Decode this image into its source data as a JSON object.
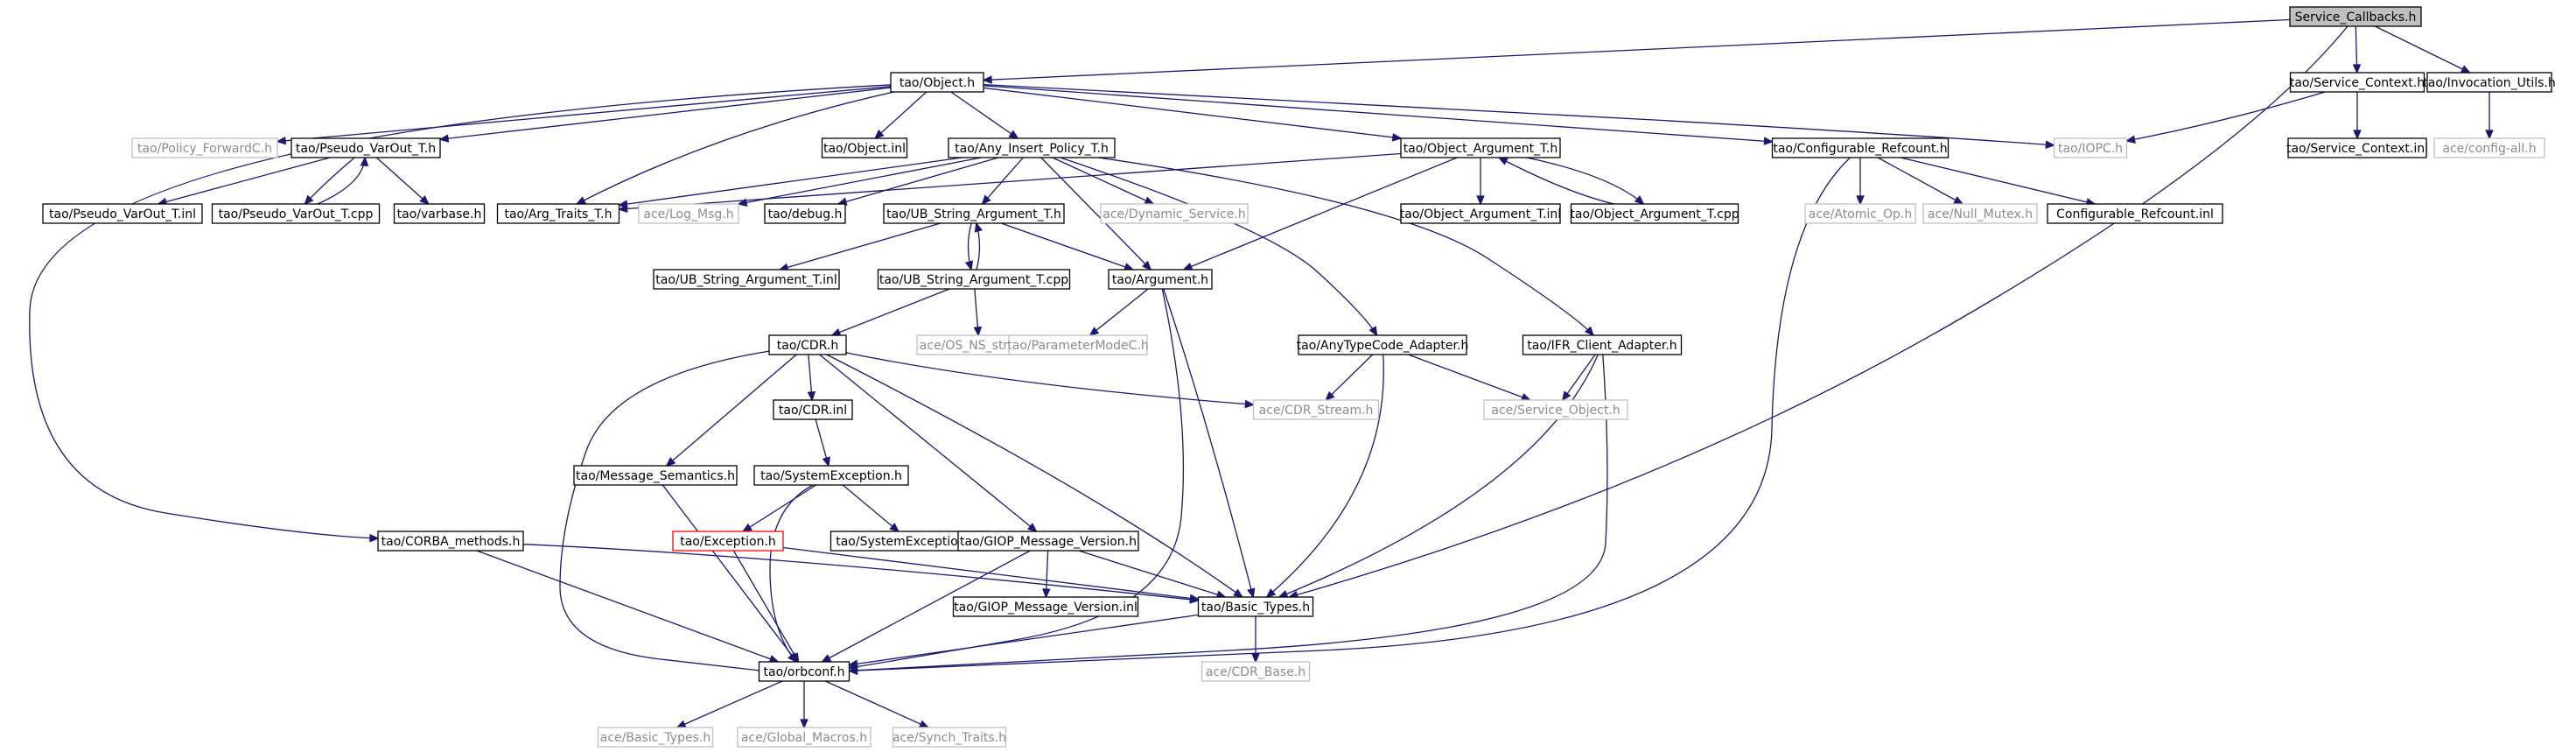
{
  "nodes": [
    {
      "id": "service_callbacks",
      "label": "Service_Callbacks.h",
      "kind": "root"
    },
    {
      "id": "object_h",
      "label": "tao/Object.h",
      "kind": "local"
    },
    {
      "id": "service_context_h",
      "label": "tao/Service_Context.h",
      "kind": "local"
    },
    {
      "id": "invocation_utils_h",
      "label": "tao/Invocation_Utils.h",
      "kind": "local"
    },
    {
      "id": "policy_forwardc_h",
      "label": "tao/Policy_ForwardC.h",
      "kind": "external"
    },
    {
      "id": "pseudo_varout_t_h",
      "label": "tao/Pseudo_VarOut_T.h",
      "kind": "local"
    },
    {
      "id": "object_inl",
      "label": "tao/Object.inl",
      "kind": "local"
    },
    {
      "id": "any_insert_policy_t_h",
      "label": "tao/Any_Insert_Policy_T.h",
      "kind": "local"
    },
    {
      "id": "object_argument_t_h",
      "label": "tao/Object_Argument_T.h",
      "kind": "local"
    },
    {
      "id": "configurable_refcount_h",
      "label": "tao/Configurable_Refcount.h",
      "kind": "local"
    },
    {
      "id": "iopc_h",
      "label": "tao/IOPC.h",
      "kind": "external"
    },
    {
      "id": "service_context_inl",
      "label": "tao/Service_Context.inl",
      "kind": "local"
    },
    {
      "id": "ace_config_all_h",
      "label": "ace/config-all.h",
      "kind": "external"
    },
    {
      "id": "pseudo_varout_t_inl",
      "label": "tao/Pseudo_VarOut_T.inl",
      "kind": "local"
    },
    {
      "id": "pseudo_varout_t_cpp",
      "label": "tao/Pseudo_VarOut_T.cpp",
      "kind": "local"
    },
    {
      "id": "varbase_h",
      "label": "tao/varbase.h",
      "kind": "local"
    },
    {
      "id": "arg_traits_t_h",
      "label": "tao/Arg_Traits_T.h",
      "kind": "local"
    },
    {
      "id": "ace_log_msg_h",
      "label": "ace/Log_Msg.h",
      "kind": "external"
    },
    {
      "id": "debug_h",
      "label": "tao/debug.h",
      "kind": "local"
    },
    {
      "id": "ub_string_argument_t_h",
      "label": "tao/UB_String_Argument_T.h",
      "kind": "local"
    },
    {
      "id": "ace_dynamic_service_h",
      "label": "ace/Dynamic_Service.h",
      "kind": "external"
    },
    {
      "id": "object_argument_t_inl",
      "label": "tao/Object_Argument_T.inl",
      "kind": "local"
    },
    {
      "id": "object_argument_t_cpp",
      "label": "tao/Object_Argument_T.cpp",
      "kind": "local"
    },
    {
      "id": "ace_atomic_op_h",
      "label": "ace/Atomic_Op.h",
      "kind": "external"
    },
    {
      "id": "ace_null_mutex_h",
      "label": "ace/Null_Mutex.h",
      "kind": "external"
    },
    {
      "id": "configurable_refcount_inl",
      "label": "Configurable_Refcount.inl",
      "kind": "local"
    },
    {
      "id": "ub_string_argument_t_inl",
      "label": "tao/UB_String_Argument_T.inl",
      "kind": "local"
    },
    {
      "id": "ub_string_argument_t_cpp",
      "label": "tao/UB_String_Argument_T.cpp",
      "kind": "local"
    },
    {
      "id": "argument_h",
      "label": "tao/Argument.h",
      "kind": "local"
    },
    {
      "id": "cdr_h",
      "label": "tao/CDR.h",
      "kind": "local"
    },
    {
      "id": "ace_os_ns_string_h",
      "label": "ace/OS_NS_string.h",
      "kind": "external"
    },
    {
      "id": "parametermodec_h",
      "label": "tao/ParameterModeC.h",
      "kind": "external"
    },
    {
      "id": "anytypecode_adapter_h",
      "label": "tao/AnyTypeCode_Adapter.h",
      "kind": "local"
    },
    {
      "id": "ifr_client_adapter_h",
      "label": "tao/IFR_Client_Adapter.h",
      "kind": "local"
    },
    {
      "id": "cdr_inl",
      "label": "tao/CDR.inl",
      "kind": "local"
    },
    {
      "id": "ace_cdr_stream_h",
      "label": "ace/CDR_Stream.h",
      "kind": "external"
    },
    {
      "id": "ace_service_object_h",
      "label": "ace/Service_Object.h",
      "kind": "external"
    },
    {
      "id": "message_semantics_h",
      "label": "tao/Message_Semantics.h",
      "kind": "local"
    },
    {
      "id": "systemexception_h",
      "label": "tao/SystemException.h",
      "kind": "local"
    },
    {
      "id": "corba_methods_h",
      "label": "tao/CORBA_methods.h",
      "kind": "local"
    },
    {
      "id": "exception_h",
      "label": "tao/Exception.h",
      "kind": "truncated"
    },
    {
      "id": "systemexception_inl",
      "label": "tao/SystemException.inl",
      "kind": "local"
    },
    {
      "id": "giop_message_version_h",
      "label": "tao/GIOP_Message_Version.h",
      "kind": "local"
    },
    {
      "id": "giop_message_version_inl",
      "label": "tao/GIOP_Message_Version.inl",
      "kind": "local"
    },
    {
      "id": "basic_types_h",
      "label": "tao/Basic_Types.h",
      "kind": "local"
    },
    {
      "id": "orbconf_h",
      "label": "tao/orbconf.h",
      "kind": "local"
    },
    {
      "id": "ace_cdr_base_h",
      "label": "ace/CDR_Base.h",
      "kind": "external"
    },
    {
      "id": "ace_basic_types_h",
      "label": "ace/Basic_Types.h",
      "kind": "external"
    },
    {
      "id": "ace_global_macros_h",
      "label": "ace/Global_Macros.h",
      "kind": "external"
    },
    {
      "id": "ace_synch_traits_h",
      "label": "ace/Synch_Traits.h",
      "kind": "external"
    }
  ],
  "edges": [
    [
      "service_callbacks",
      "object_h"
    ],
    [
      "service_callbacks",
      "service_context_h"
    ],
    [
      "service_callbacks",
      "invocation_utils_h"
    ],
    [
      "service_callbacks",
      "basic_types_h"
    ],
    [
      "object_h",
      "policy_forwardc_h"
    ],
    [
      "object_h",
      "pseudo_varout_t_h"
    ],
    [
      "object_h",
      "object_inl"
    ],
    [
      "object_h",
      "any_insert_policy_t_h"
    ],
    [
      "object_h",
      "object_argument_t_h"
    ],
    [
      "object_h",
      "configurable_refcount_h"
    ],
    [
      "object_h",
      "iopc_h"
    ],
    [
      "object_h",
      "arg_traits_t_h"
    ],
    [
      "object_h",
      "corba_methods_h"
    ],
    [
      "service_context_h",
      "iopc_h"
    ],
    [
      "service_context_h",
      "service_context_inl"
    ],
    [
      "invocation_utils_h",
      "ace_config_all_h"
    ],
    [
      "pseudo_varout_t_h",
      "pseudo_varout_t_inl"
    ],
    [
      "pseudo_varout_t_h",
      "pseudo_varout_t_cpp"
    ],
    [
      "pseudo_varout_t_h",
      "varbase_h"
    ],
    [
      "pseudo_varout_t_cpp",
      "pseudo_varout_t_h"
    ],
    [
      "any_insert_policy_t_h",
      "arg_traits_t_h"
    ],
    [
      "any_insert_policy_t_h",
      "ace_log_msg_h"
    ],
    [
      "any_insert_policy_t_h",
      "debug_h"
    ],
    [
      "any_insert_policy_t_h",
      "ub_string_argument_t_h"
    ],
    [
      "any_insert_policy_t_h",
      "ace_dynamic_service_h"
    ],
    [
      "any_insert_policy_t_h",
      "argument_h"
    ],
    [
      "any_insert_policy_t_h",
      "anytypecode_adapter_h"
    ],
    [
      "any_insert_policy_t_h",
      "ifr_client_adapter_h"
    ],
    [
      "object_argument_t_h",
      "arg_traits_t_h"
    ],
    [
      "object_argument_t_h",
      "object_argument_t_inl"
    ],
    [
      "object_argument_t_h",
      "object_argument_t_cpp"
    ],
    [
      "object_argument_t_h",
      "argument_h"
    ],
    [
      "object_argument_t_cpp",
      "object_argument_t_h"
    ],
    [
      "configurable_refcount_h",
      "ace_atomic_op_h"
    ],
    [
      "configurable_refcount_h",
      "ace_null_mutex_h"
    ],
    [
      "configurable_refcount_h",
      "configurable_refcount_inl"
    ],
    [
      "configurable_refcount_h",
      "orbconf_h"
    ],
    [
      "ub_string_argument_t_h",
      "ub_string_argument_t_inl"
    ],
    [
      "ub_string_argument_t_h",
      "ub_string_argument_t_cpp"
    ],
    [
      "ub_string_argument_t_h",
      "argument_h"
    ],
    [
      "ub_string_argument_t_cpp",
      "ub_string_argument_t_h"
    ],
    [
      "ub_string_argument_t_cpp",
      "cdr_h"
    ],
    [
      "ub_string_argument_t_cpp",
      "ace_os_ns_string_h"
    ],
    [
      "argument_h",
      "parametermodec_h"
    ],
    [
      "argument_h",
      "basic_types_h"
    ],
    [
      "argument_h",
      "orbconf_h"
    ],
    [
      "cdr_h",
      "cdr_inl"
    ],
    [
      "cdr_h",
      "ace_cdr_stream_h"
    ],
    [
      "cdr_h",
      "message_semantics_h"
    ],
    [
      "cdr_h",
      "giop_message_version_h"
    ],
    [
      "cdr_h",
      "basic_types_h"
    ],
    [
      "cdr_h",
      "orbconf_h"
    ],
    [
      "anytypecode_adapter_h",
      "ace_cdr_stream_h"
    ],
    [
      "anytypecode_adapter_h",
      "ace_service_object_h"
    ],
    [
      "anytypecode_adapter_h",
      "basic_types_h"
    ],
    [
      "ifr_client_adapter_h",
      "ace_service_object_h"
    ],
    [
      "ifr_client_adapter_h",
      "basic_types_h"
    ],
    [
      "ifr_client_adapter_h",
      "orbconf_h"
    ],
    [
      "cdr_inl",
      "systemexception_h"
    ],
    [
      "systemexception_h",
      "exception_h"
    ],
    [
      "systemexception_h",
      "systemexception_inl"
    ],
    [
      "systemexception_h",
      "orbconf_h"
    ],
    [
      "exception_h",
      "basic_types_h"
    ],
    [
      "exception_h",
      "orbconf_h"
    ],
    [
      "message_semantics_h",
      "orbconf_h"
    ],
    [
      "corba_methods_h",
      "basic_types_h"
    ],
    [
      "corba_methods_h",
      "orbconf_h"
    ],
    [
      "giop_message_version_h",
      "giop_message_version_inl"
    ],
    [
      "giop_message_version_h",
      "basic_types_h"
    ],
    [
      "giop_message_version_h",
      "orbconf_h"
    ],
    [
      "basic_types_h",
      "orbconf_h"
    ],
    [
      "basic_types_h",
      "ace_cdr_base_h"
    ],
    [
      "orbconf_h",
      "ace_basic_types_h"
    ],
    [
      "orbconf_h",
      "ace_global_macros_h"
    ],
    [
      "orbconf_h",
      "ace_synch_traits_h"
    ]
  ],
  "colors": {
    "edge": "#191970",
    "root_fill": "#bfbfbf",
    "local_border": "#000000",
    "external_border": "#bfbfbf",
    "external_text": "#8c8c8c",
    "truncated_border": "#ff0000"
  }
}
